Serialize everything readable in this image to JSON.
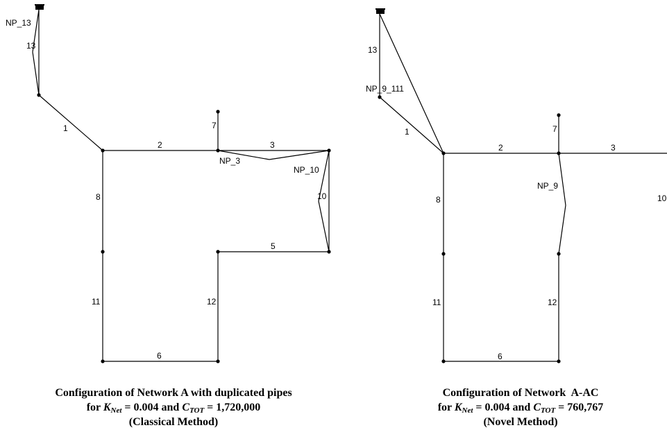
{
  "diagrams": [
    {
      "id": "classical",
      "pipe_labels": [
        "1",
        "2",
        "3",
        "5",
        "6",
        "7",
        "8",
        "10",
        "11",
        "12",
        "13"
      ],
      "node_labels": [
        "NP_13",
        "NP_3",
        "NP_10"
      ],
      "caption": {
        "line1": "Configuration of Network A with duplicated pipes",
        "line2_prefix": "for ",
        "k_symbol": "K",
        "k_sub": "Net",
        "k_value": " = 0.004 and ",
        "c_symbol": "C",
        "c_sub": "TOT",
        "c_value": " = 1,720,000",
        "line3": "(Classical Method)"
      }
    },
    {
      "id": "novel",
      "pipe_labels": [
        "1",
        "2",
        "3",
        "6",
        "7",
        "8",
        "10",
        "11",
        "12",
        "13"
      ],
      "node_labels": [
        "NP_9_111",
        "NP_9"
      ],
      "caption": {
        "line1": "Configuration of Network  A-AC",
        "line2_prefix": "for ",
        "k_symbol": "K",
        "k_sub": "Net",
        "k_value": " = 0.004 and ",
        "c_symbol": "C",
        "c_sub": "TOT",
        "c_value": " = 760,767",
        "line3": "(Novel Method)"
      }
    }
  ]
}
